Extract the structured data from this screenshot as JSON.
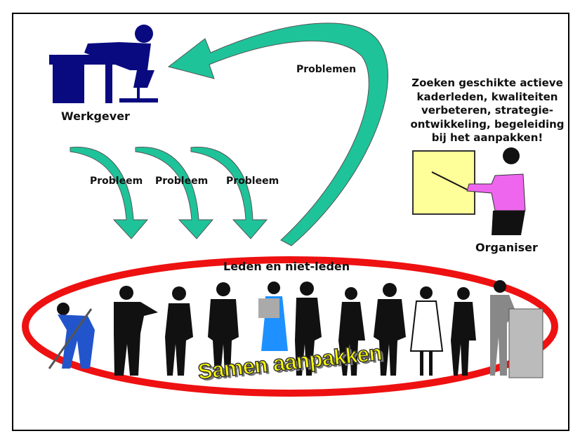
{
  "labels": {
    "employer": "Werkgever",
    "problems": "Problemen",
    "problem": "Probleem",
    "members": "Leden en niet-leden",
    "organiser": "Organiser",
    "organiser_note": "Zoeken geschikte actieve kaderleden, kwaliteiten verbeteren, strategie-ontwikkeling, begeleiding bij het aanpakken!",
    "slogan": "Samen aanpakken"
  },
  "colors": {
    "arrow": "#1fc39a",
    "ellipse": "#ee1111",
    "employer": "#0a0a80",
    "board": "#ffff99",
    "slogan": "#ffff00"
  }
}
